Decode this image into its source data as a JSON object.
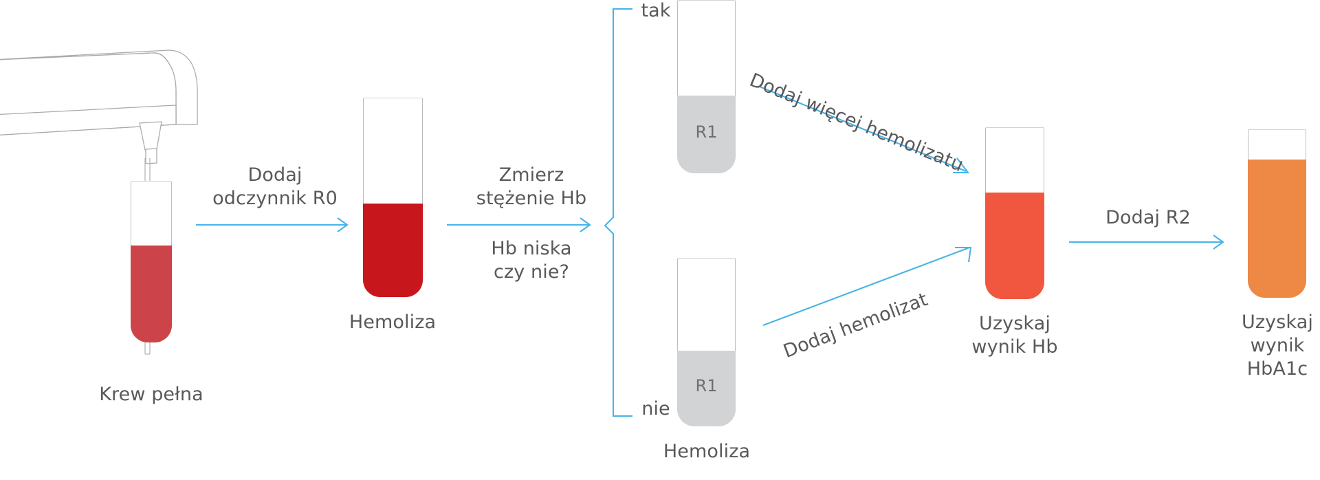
{
  "diagram": {
    "title": "Oznaczanie HbA1c - schemat procesu",
    "accent_color": "#47b3e8",
    "text_color": "#58595b"
  },
  "steps": {
    "whole_blood": {
      "caption": "Krew pełna",
      "fill_color": "#cc4449",
      "fill_level_pct": 60
    },
    "hemolysis_main": {
      "caption": "Hemoliza",
      "fill_color": "#c8161d",
      "fill_level_pct": 47
    },
    "branch_yes": {
      "label": "tak",
      "tube_text": "R1",
      "fill_color": "#d2d3d4",
      "fill_level_pct": 45
    },
    "branch_no": {
      "label": "nie",
      "caption": "Hemoliza",
      "tube_text": "R1",
      "fill_color": "#d2d3d4",
      "fill_level_pct": 45
    },
    "hb_result": {
      "caption": "Uzyskaj\nwynik Hb",
      "fill_color": "#f1573f",
      "fill_level_pct": 62
    },
    "hba1c_result": {
      "caption": "Uzyskaj\nwynik\nHbA1c",
      "fill_color": "#ee8845",
      "fill_level_pct": 82
    }
  },
  "arrows": {
    "add_r0": "Dodaj\nodczynnik R0",
    "measure_hb_top": "Zmierz\nstężenie Hb",
    "measure_hb_bottom": "Hb niska\nczy nie?",
    "add_more_hemolysate": "Dodaj więcej hemolizatu",
    "add_hemolysate": "Dodaj hemolizat",
    "add_r2": "Dodaj R2"
  }
}
